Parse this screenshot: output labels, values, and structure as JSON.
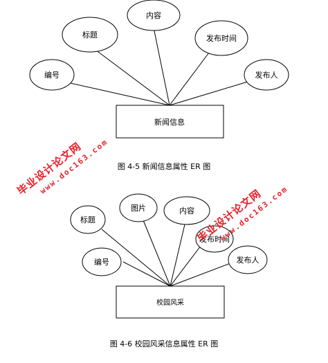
{
  "figures": [
    {
      "entity": "新闻信息",
      "attributes": [
        "标题",
        "内容",
        "发布时间",
        "编号",
        "发布人"
      ],
      "caption": "图 4-5 新闻信息属性 ER 图"
    },
    {
      "entity": "校园风采",
      "attributes": [
        "标题",
        "图片",
        "内容",
        "发布时间",
        "编号",
        "发布人"
      ],
      "caption": "图 4-6 校园风采信息属性 ER 图"
    }
  ],
  "watermarks": [
    {
      "cn": "毕业设计论文网",
      "url": "www.doc163.com"
    },
    {
      "cn": "毕业设计论文网",
      "url": "www.doc163.com"
    }
  ],
  "colors": {
    "stroke": "#000000",
    "watermark": "#e8212b"
  }
}
